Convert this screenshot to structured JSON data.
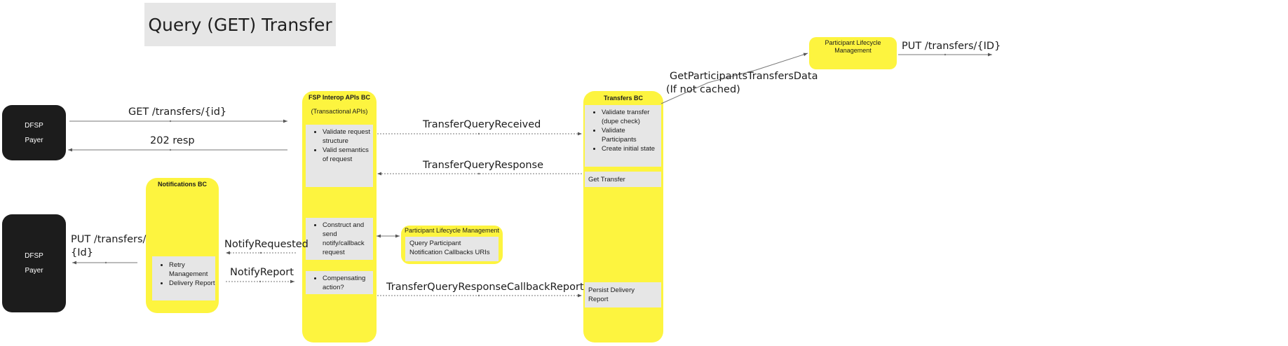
{
  "title": "Query (GET) Transfer",
  "dfsp_top": {
    "line1": "DFSP",
    "line2": "Payer"
  },
  "dfsp_bottom": {
    "line1": "DFSP",
    "line2": "Payer"
  },
  "notifications_bc": {
    "title": "Notifications BC",
    "items": [
      "Retry Management",
      "Delivery Report"
    ]
  },
  "fsp_bc": {
    "title": "FSP Interop APIs BC",
    "subtitle": "(Transactional APIs)",
    "box1": [
      "Validate request structure",
      "Valid semantics of request"
    ],
    "box2": [
      "Construct and send notify/callback request"
    ],
    "box3": [
      "Compensating action?"
    ]
  },
  "transfers_bc": {
    "title": "Transfers BC",
    "box1": [
      "Validate transfer (dupe check)",
      "Validate Participants",
      "Create initial state"
    ],
    "box2": "Get Transfer",
    "box3": "Persist Delivery Report"
  },
  "plm_small": {
    "title": "Participant Lifecycle Management",
    "body": "Query Participant Notification Callbacks URIs"
  },
  "plm_top": {
    "title": "Participant Lifecycle Management"
  },
  "labels": {
    "get_transfers": "GET /transfers/{id}",
    "resp_202": "202 resp",
    "put_transfers_id": "PUT /transfers/{Id}",
    "notify_requested": "NotifyRequested",
    "notify_report": "NotifyReport",
    "transfer_query_received": "TransferQueryReceived",
    "transfer_query_response": "TransferQueryResponse",
    "transfer_query_response_callback_report": "TransferQueryResponseCallbackReport",
    "get_participants": "GetParticipantsTransfersData",
    "if_not_cached": "(If not cached)",
    "put_transfers_ID": "PUT /transfers/{ID}"
  },
  "colors": {
    "yellow": "#fdf43f",
    "dark": "#1c1c1c",
    "grey": "#e6e6e6"
  }
}
